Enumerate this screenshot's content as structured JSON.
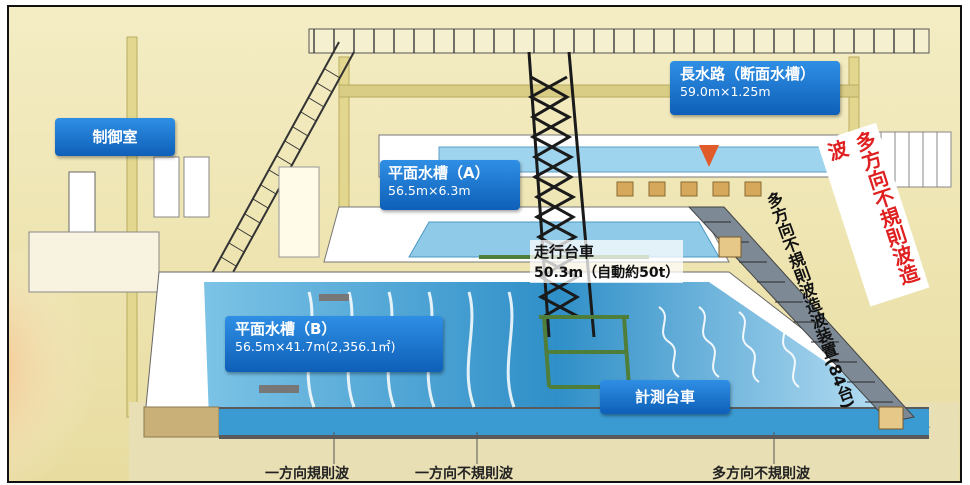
{
  "labels": {
    "control_room": "制御室",
    "long_channel_title": "長水路（断面水槽）",
    "long_channel_size": "59.0m×1.25m",
    "basin_a_title": "平面水槽（A）",
    "basin_a_size": "56.5m×6.3m",
    "carriage_title": "走行台車",
    "carriage_size": "50.3m（自動約50t）",
    "basin_b_title": "平面水槽（B）",
    "basin_b_size": "56.5m×41.7m(2,356.1㎡)",
    "measuring_carriage": "計測台車",
    "wavemaker_banner": "多方向不規則波造波",
    "wavemaker_device": "多方向不規則波造波装置(84台)"
  },
  "bottom_labels": [
    "一方向規則波",
    "一方向不規則波",
    "多方向不規則波"
  ],
  "colors": {
    "label_blue": "#1a6fd0",
    "water_blue": "#4aa6d8",
    "banner_red": "#e02020",
    "frame_yellow": "#f3ebb6"
  }
}
